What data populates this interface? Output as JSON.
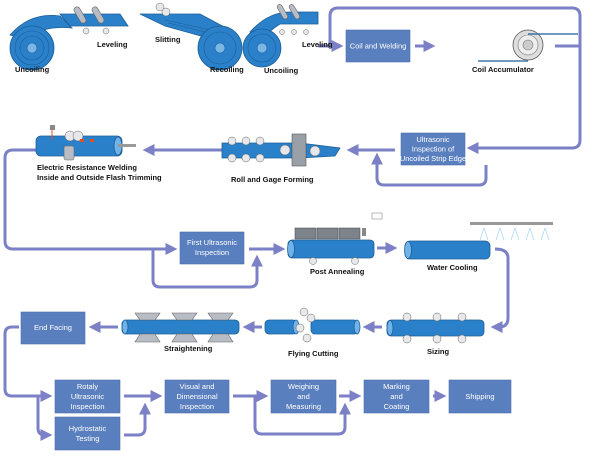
{
  "colors": {
    "box": "#5a7fbe",
    "arrow": "#7c80c6",
    "pipe": "#2a80c9",
    "text": "#111111"
  },
  "illustration_labels": {
    "uncoiling_1": "Uncoiling",
    "leveling_1": "Leveling",
    "slitting": "Slitting",
    "recoiling": "Recoiling",
    "uncoiling_2": "Uncoiling",
    "leveling_2": "Leveling",
    "coil_accumulator": "Coil Accumulator",
    "erw": [
      "Electric Resistance Welding",
      "Inside and Outside Flash Trimming"
    ],
    "roll_forming": "Roll and Gage Forming",
    "post_annealing": "Post Annealing",
    "water_cooling": "Water Cooling",
    "straightening": "Straightening",
    "flying_cutting": "Flying Cutting",
    "sizing": "Sizing"
  },
  "boxes": {
    "coil_welding": [
      "Coil and Welding"
    ],
    "ultrasonic_strip": [
      "Ultrasonic",
      "Inspection of",
      "Uncoiled Strip Edge"
    ],
    "first_ultrasonic": [
      "First Ultrasonic",
      "Inspection"
    ],
    "end_facing": [
      "End Facing"
    ],
    "rotaly_ultrasonic": [
      "Rotaly",
      "Ultrasonic",
      "Inspection"
    ],
    "hydrostatic": [
      "Hydrostatic",
      "Testing"
    ],
    "visual": [
      "Visual and",
      "Dimensional",
      "Inspection"
    ],
    "weighing": [
      "Weighing",
      "and",
      "Measuring"
    ],
    "marking": [
      "Marking",
      "and",
      "Coating"
    ],
    "shipping": [
      "Shipping"
    ]
  }
}
